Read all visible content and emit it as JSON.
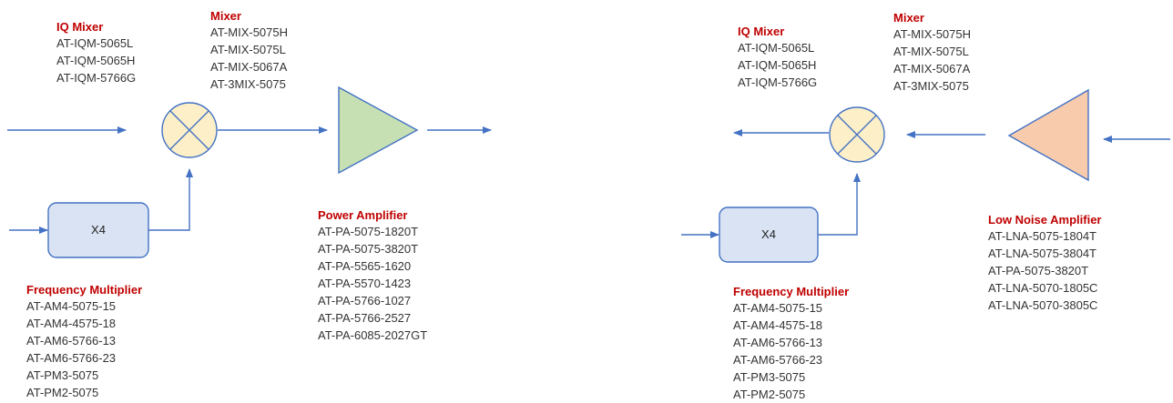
{
  "colors": {
    "line": "#4472c4",
    "label_red": "#c00000",
    "mixer_fill": "#fdf0c8",
    "box_fill": "#dae3f3",
    "pa_fill": "#c6e0b4",
    "lna_fill": "#f8cbad"
  },
  "tx": {
    "iq_mixer": {
      "title": "IQ Mixer",
      "parts": [
        "AT-IQM-5065L",
        "AT-IQM-5065H",
        "AT-IQM-5766G"
      ]
    },
    "mixer": {
      "title": "Mixer",
      "parts": [
        "AT-MIX-5075H",
        "AT-MIX-5075L",
        "AT-MIX-5067A",
        "AT-3MIX-5075"
      ]
    },
    "multiplier_box": "X4",
    "power_amplifier": {
      "title": "Power Amplifier",
      "parts": [
        "AT-PA-5075-1820T",
        "AT-PA-5075-3820T",
        "AT-PA-5565-1620",
        "AT-PA-5570-1423",
        "AT-PA-5766-1027",
        "AT-PA-5766-2527",
        "AT-PA-6085-2027GT"
      ]
    },
    "frequency_multiplier": {
      "title": "Frequency Multiplier",
      "parts": [
        "AT-AM4-5075-15",
        "AT-AM4-4575-18",
        "AT-AM6-5766-13",
        "AT-AM6-5766-23",
        "AT-PM3-5075",
        "AT-PM2-5075"
      ]
    }
  },
  "rx": {
    "iq_mixer": {
      "title": "IQ Mixer",
      "parts": [
        "AT-IQM-5065L",
        "AT-IQM-5065H",
        "AT-IQM-5766G"
      ]
    },
    "mixer": {
      "title": "Mixer",
      "parts": [
        "AT-MIX-5075H",
        "AT-MIX-5075L",
        "AT-MIX-5067A",
        "AT-3MIX-5075"
      ]
    },
    "multiplier_box": "X4",
    "low_noise_amplifier": {
      "title": "Low Noise Amplifier",
      "parts": [
        "AT-LNA-5075-1804T",
        "AT-LNA-5075-3804T",
        "AT-PA-5075-3820T",
        "AT-LNA-5070-1805C",
        "AT-LNA-5070-3805C"
      ]
    },
    "frequency_multiplier": {
      "title": "Frequency Multiplier",
      "parts": [
        "AT-AM4-5075-15",
        "AT-AM4-4575-18",
        "AT-AM6-5766-13",
        "AT-AM6-5766-23",
        "AT-PM3-5075",
        "AT-PM2-5075"
      ]
    }
  }
}
